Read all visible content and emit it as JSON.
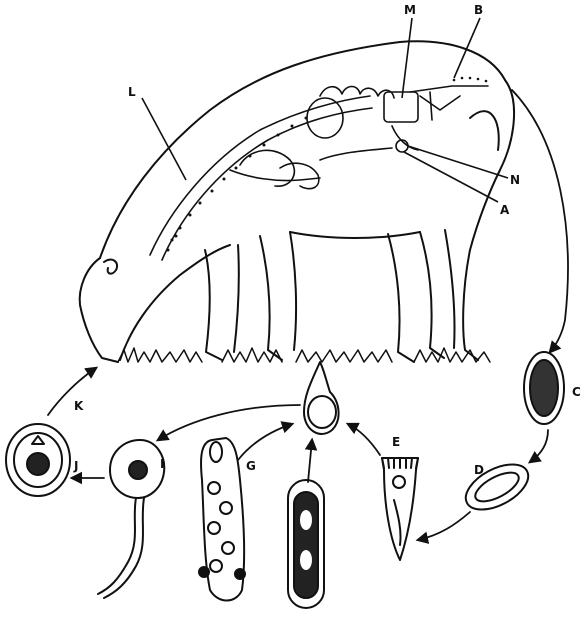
{
  "labels": {
    "A": "A",
    "B": "B",
    "C": "C",
    "D": "D",
    "E": "E",
    "G": "G",
    "I": "I",
    "J": "J",
    "K": "K",
    "L": "L",
    "M": "M",
    "N": "N"
  },
  "colors": {
    "ink": "#111111",
    "paper": "#ffffff"
  }
}
